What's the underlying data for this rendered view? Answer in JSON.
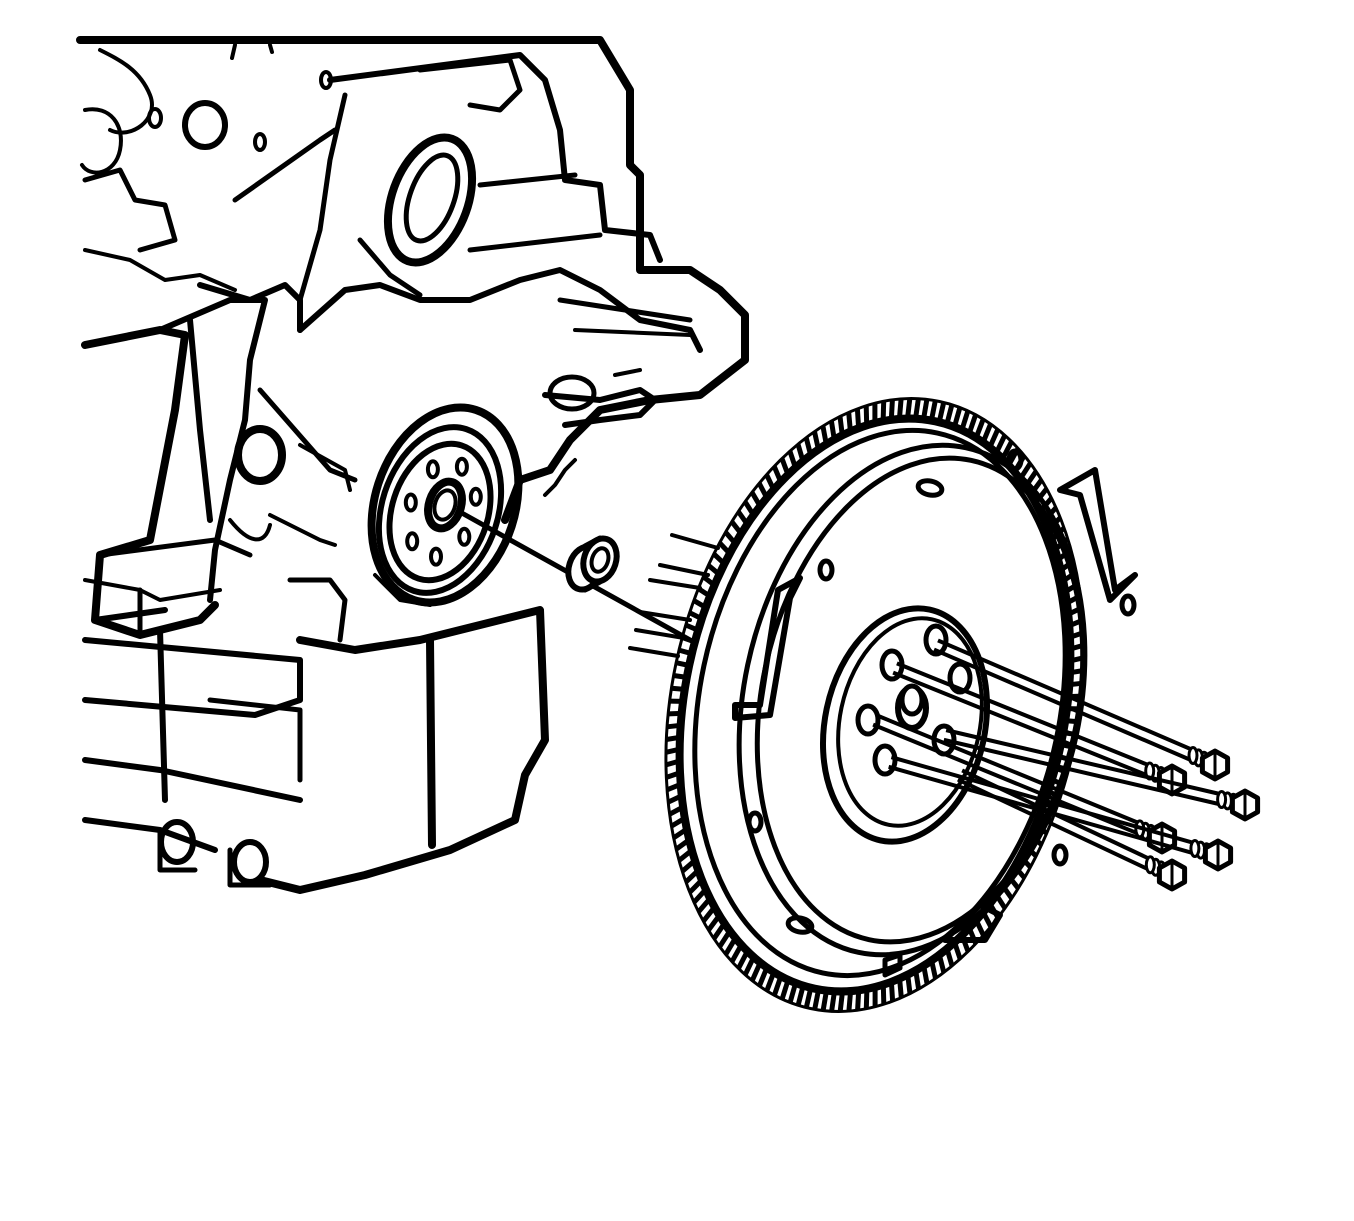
{
  "figure": {
    "kind": "exploded-view line drawing",
    "style": "black line art on white",
    "colors": {
      "ink": "#000000",
      "paper": "#ffffff"
    },
    "parts": [
      {
        "id": "engine-block",
        "icon": "engine-block-icon"
      },
      {
        "id": "crankshaft-flange",
        "icon": "crankshaft-flange-icon"
      },
      {
        "id": "pilot-bearing",
        "icon": "bearing-icon"
      },
      {
        "id": "flywheel",
        "icon": "flywheel-icon"
      },
      {
        "id": "flywheel-bolts",
        "icon": "bolt-icon",
        "count": 6
      }
    ]
  }
}
